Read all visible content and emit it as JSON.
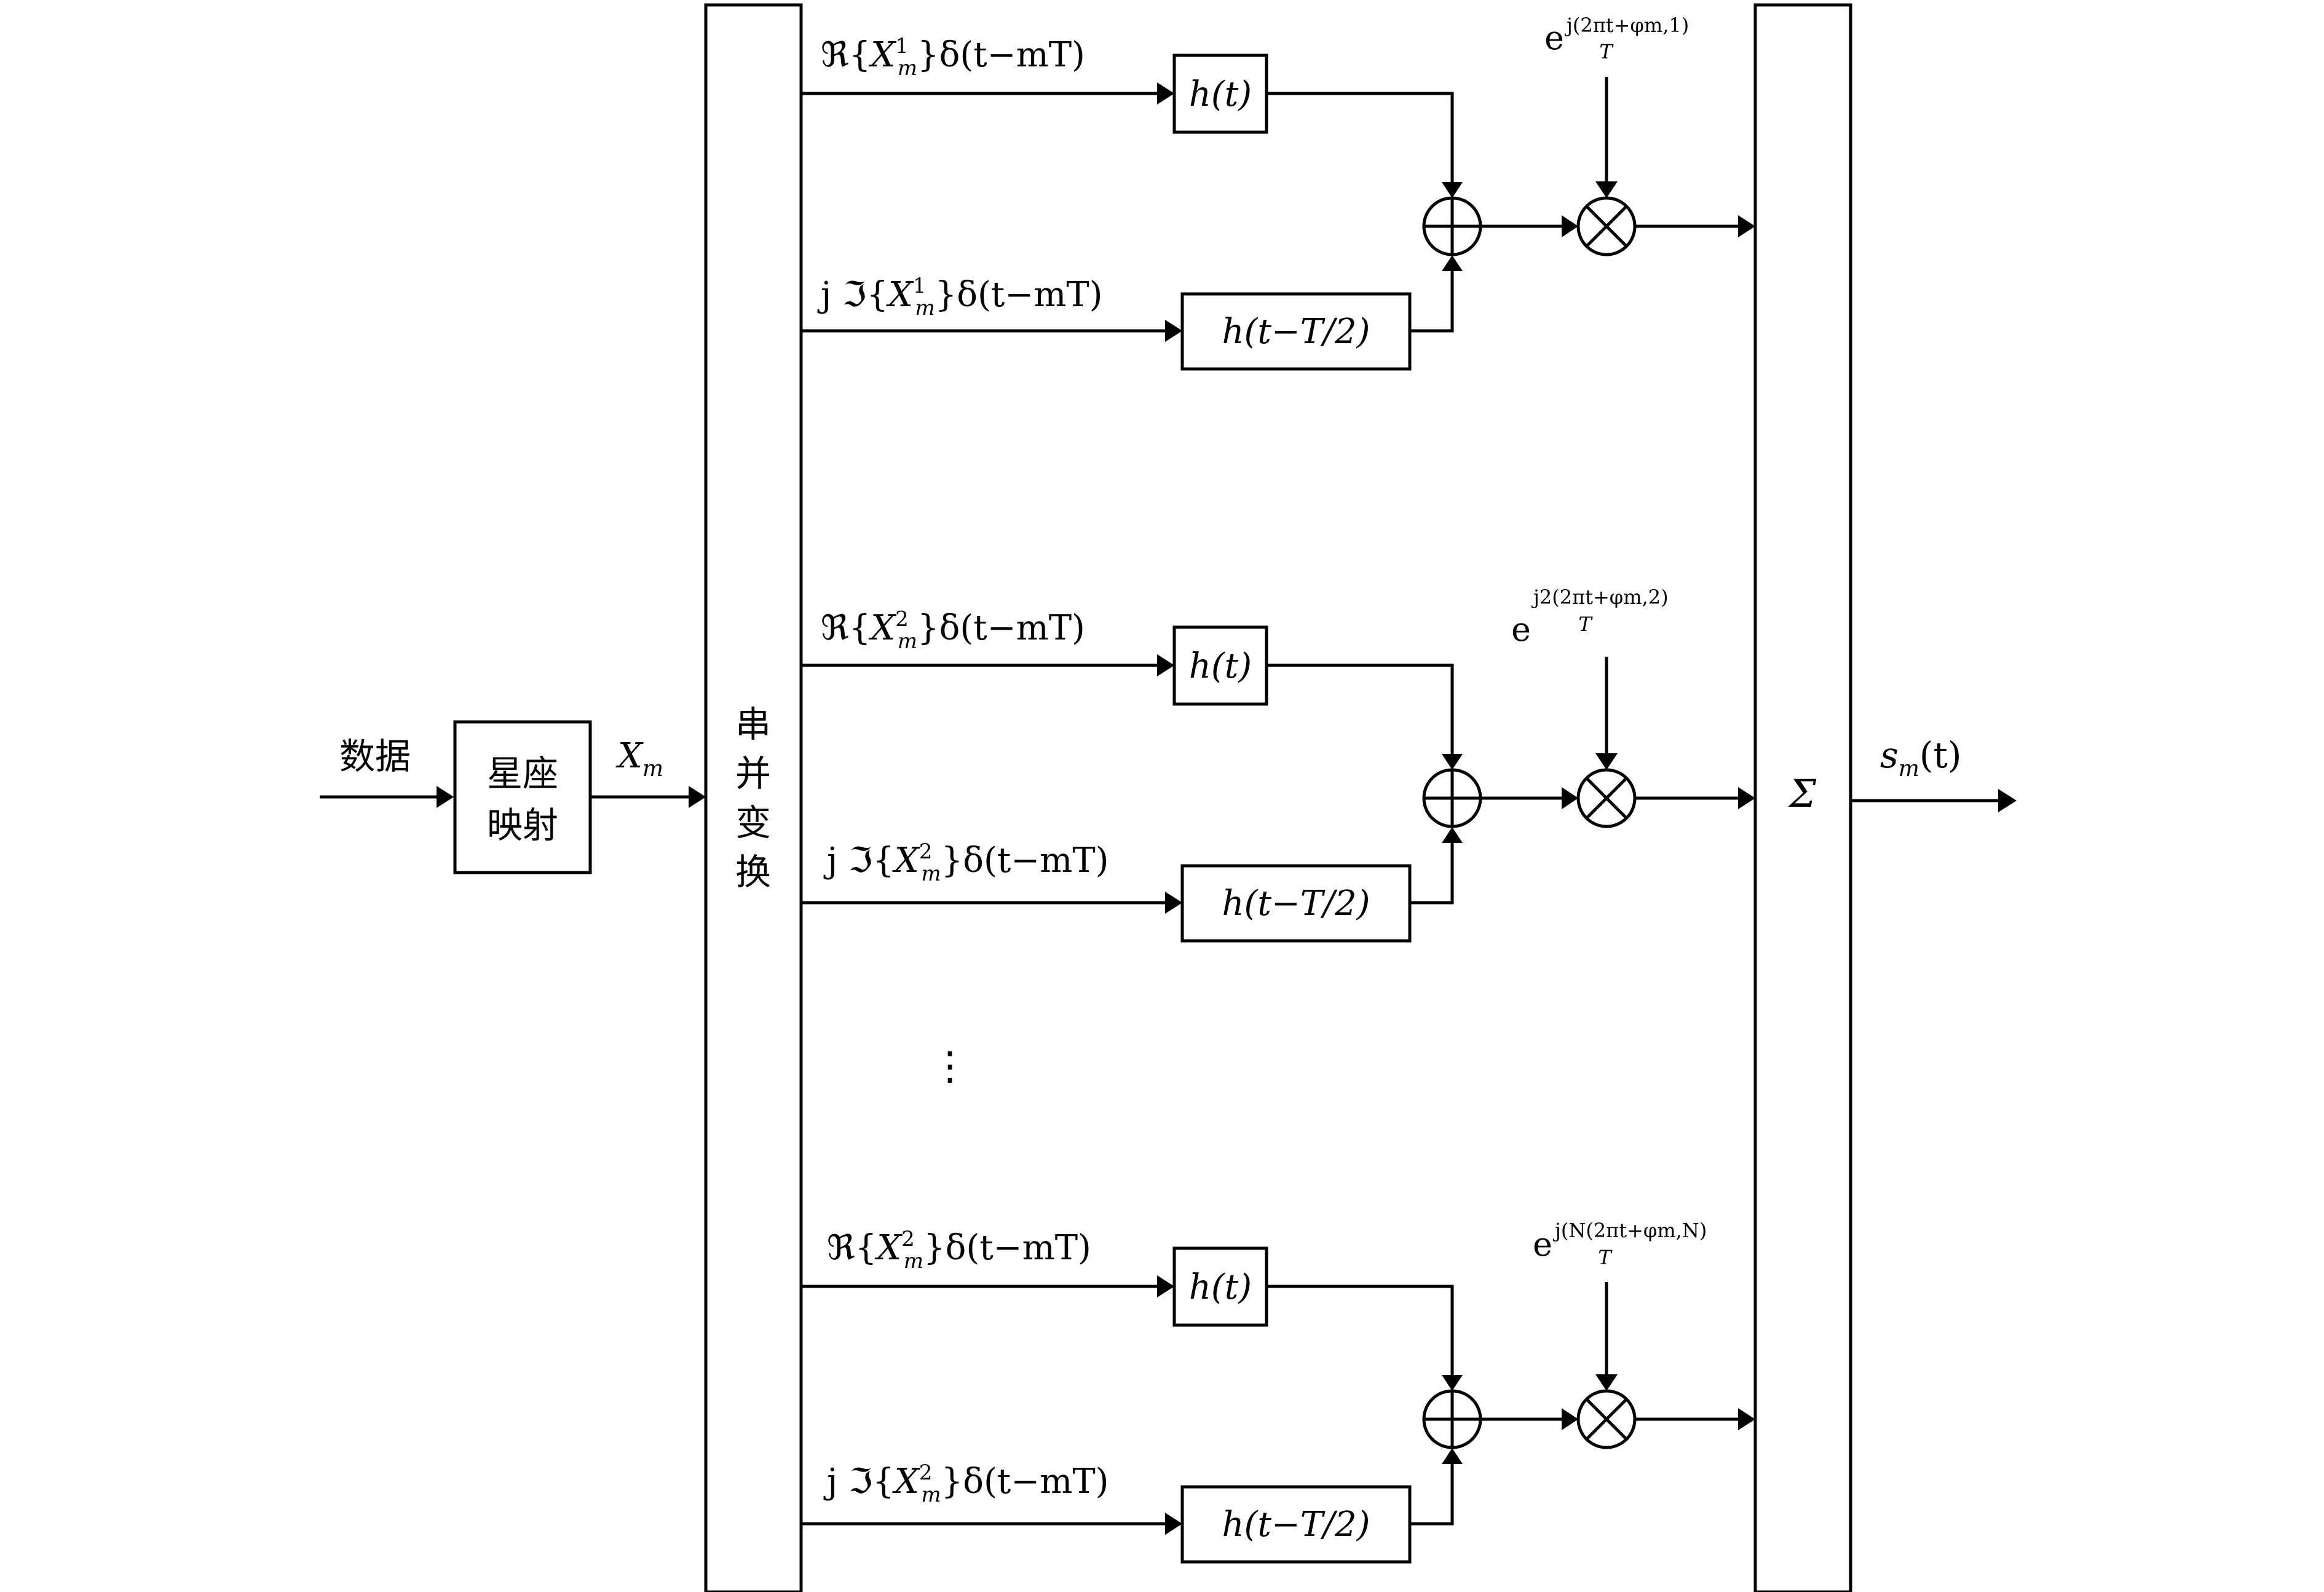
{
  "input": {
    "label": "数据"
  },
  "mapper": {
    "line1": "星座",
    "line2": "映射"
  },
  "xm": {
    "base": "X",
    "sub": "m"
  },
  "sp": {
    "c1": "串",
    "c2": "并",
    "c3": "变",
    "c4": "换"
  },
  "sum": {
    "label": "Σ"
  },
  "output": {
    "base": "s",
    "sub": "m",
    "arg": "(t)"
  },
  "ellipsis": "⋮",
  "branches": [
    {
      "real_label": {
        "pre": "ℜ{",
        "x": "X",
        "sup": "1",
        "sub": "m",
        "post": "}δ(t−mT)"
      },
      "imag_label": {
        "pre": "j ℑ{",
        "x": "X",
        "sup": "1",
        "sub": "m",
        "post": "}δ(t−mT)"
      },
      "filter_real": "h(t)",
      "filter_imag": "h(t−T/2)",
      "carrier": {
        "base": "e",
        "exp_pre": "j(",
        "num": "2πt",
        "den": "T",
        "exp_post": "+φm,1)"
      }
    },
    {
      "real_label": {
        "pre": "ℜ{",
        "x": "X",
        "sup": "2",
        "sub": "m",
        "post": "}δ(t−mT)"
      },
      "imag_label": {
        "pre": "j ℑ{",
        "x": "X",
        "sup": "2",
        "sub": "m",
        "post": "}δ(t−mT)"
      },
      "filter_real": "h(t)",
      "filter_imag": "h(t−T/2)",
      "carrier": {
        "base": "e",
        "exp_pre": "j2(",
        "num": "2πt",
        "den": "T",
        "exp_post": "+φm,2)"
      }
    },
    {
      "real_label": {
        "pre": "ℜ{",
        "x": "X",
        "sup": "2",
        "sub": "m",
        "post": "}δ(t−mT)"
      },
      "imag_label": {
        "pre": "j ℑ{",
        "x": "X",
        "sup": "2",
        "sub": "m",
        "post": "}δ(t−mT)"
      },
      "filter_real": "h(t)",
      "filter_imag": "h(t−T/2)",
      "carrier": {
        "base": "e",
        "exp_pre": "j(",
        "num": "N(2πt",
        "den": "T",
        "exp_post": "+φm,N)"
      }
    }
  ]
}
